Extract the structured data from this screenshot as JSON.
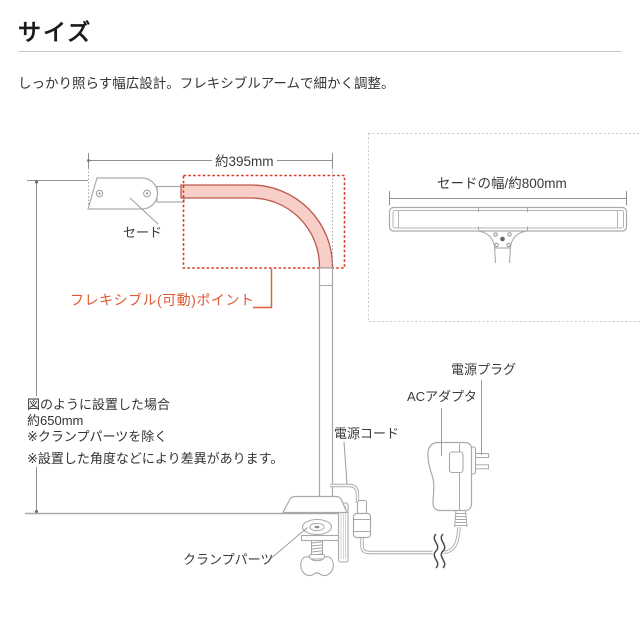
{
  "page": {
    "title": "サイズ",
    "subtitle": "しっかり照らす幅広設計。フレキシブルアームで細かく調整。"
  },
  "diagram": {
    "arm_width_label": "約395mm",
    "shade_label": "セード",
    "flex_point_label": "フレキシブル(可動)ポイント",
    "note_line1": "図のように設置した場合",
    "note_line2": "約650mm",
    "note_line3": "※クランプパーツを除く",
    "note_line4": "※設置した角度などにより差異があります。",
    "power_cord_label": "電源コード",
    "power_plug_label": "電源プラグ",
    "ac_adapter_label": "ACアダプタ",
    "clamp_parts_label": "クランプパーツ"
  },
  "inset": {
    "shade_width_label": "セードの幅/約800mm"
  },
  "colors": {
    "flex_zone_red": "#d93b22",
    "flex_label_orange": "#e05a30",
    "arm_fill_pink": "#f7cfc8",
    "arm_stroke": "#bd584a",
    "line_gray": "#a7aaac",
    "dimension_gray": "#8e9193",
    "text_dark": "#333333"
  }
}
